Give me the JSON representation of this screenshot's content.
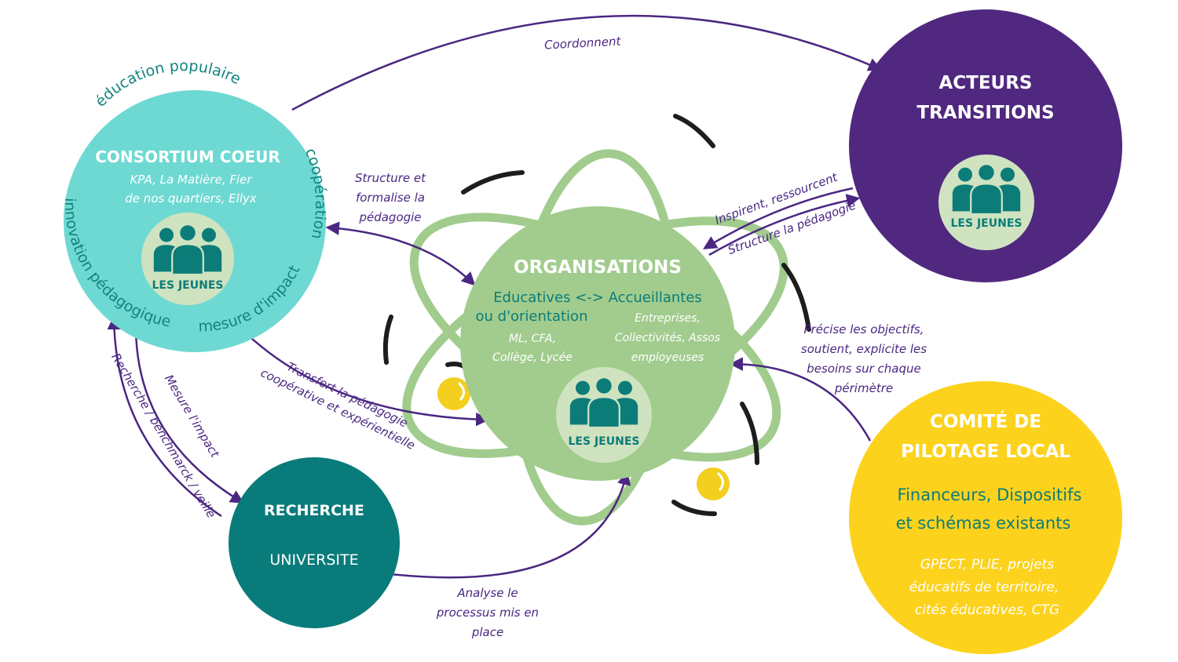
{
  "consortium": {
    "title": "CONSORTIUM COEUR",
    "subtitle_line1": "KPA, La Matière, Fier",
    "subtitle_line2": "de nos quartiers, Ellyx",
    "ring_top": "éducation populaire",
    "ring_left": "innovation pédagogique",
    "ring_bottom": "mesure d'impact",
    "ring_right": "coopération"
  },
  "acteurs": {
    "title_line1": "ACTEURS",
    "title_line2": "TRANSITIONS"
  },
  "organisations": {
    "title": "ORGANISATIONS",
    "left_line1": "Educatives <-> Accueillantes",
    "left_line2": "ou d'orientation",
    "left_sub1": "ML, CFA,",
    "left_sub2": "Collège, Lycée",
    "right_sub1": "Entreprises,",
    "right_sub2": "Collectivités, Assos",
    "right_sub3": "employeuses"
  },
  "recherche": {
    "title": "RECHERCHE",
    "subtitle": "UNIVERSITE"
  },
  "comite": {
    "title_line1": "COMITÉ DE",
    "title_line2": "PILOTAGE LOCAL",
    "sub_line1": "Financeurs, Dispositifs",
    "sub_line2": "et schémas existants",
    "italic_line1": "GPECT, PLIE, projets",
    "italic_line2": "éducatifs de territoire,",
    "italic_line3": "cités éducatives, CTG"
  },
  "jeunes_label": "LES JEUNES",
  "edges": {
    "coordonnent": "Coordonnent",
    "structure_line1": "Structure et",
    "structure_line2": "formalise la",
    "structure_line3": "pédagogie",
    "inspirent": "Inspirent, ressourcent",
    "structure_peda": "Structure la pédagogie",
    "precise_line1": "Précise les objectifs,",
    "precise_line2": "soutient, explicite les",
    "precise_line3": "besoins sur chaque",
    "precise_line4": "périmètre",
    "transfert_line1": "Transfert la pédagogie",
    "transfert_line2": "coopérative et expérientielle",
    "mesure": "Mesure l'impact",
    "recherche_bench": "Recherche / benchmarck / veille",
    "analyse_line1": "Analyse le",
    "analyse_line2": "processus mis en",
    "analyse_line3": "place"
  },
  "colors": {
    "consortium": "#6ed9d2",
    "acteurs": "#50287f",
    "organisations": "#a1cc8d",
    "recherche": "#0a7b7b",
    "comite": "#fcd21d",
    "jeunes_bg": "#cfe3c0",
    "jeunes_icon": "#0c7c79",
    "edge": "#4b2782",
    "atom_orbit": "#a1cc8d",
    "electron": "#f3cf20"
  },
  "icons": {
    "jeunes": "group-people-icon",
    "electron": "electron-dot-icon"
  }
}
